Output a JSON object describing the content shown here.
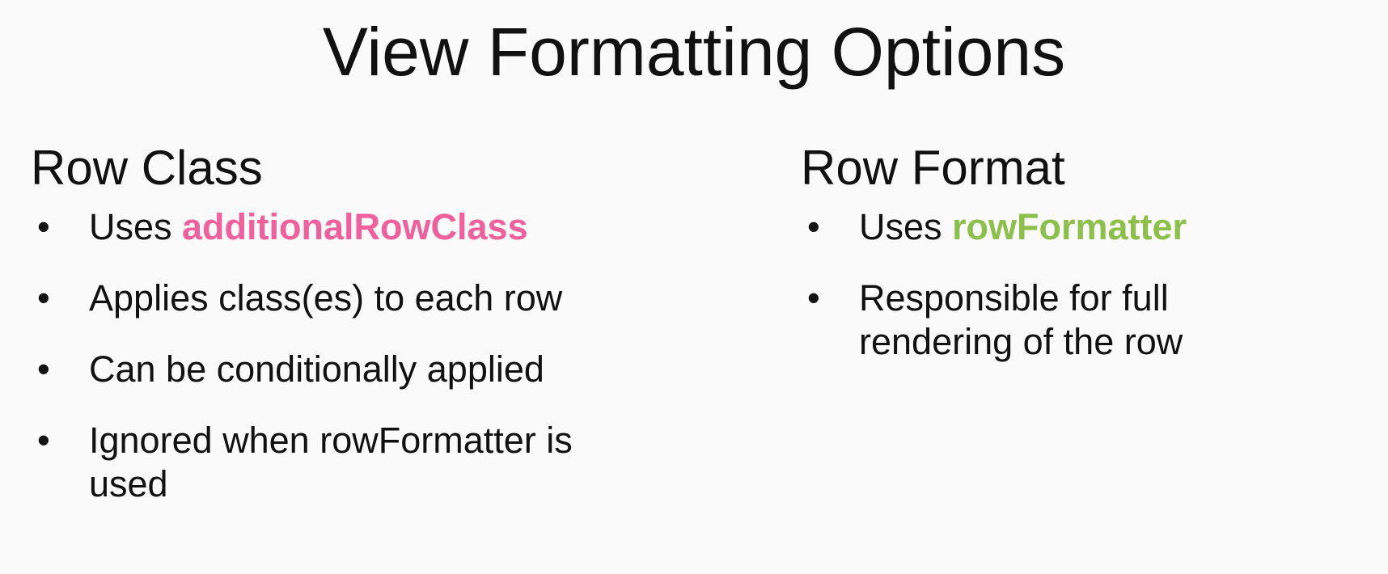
{
  "slide": {
    "title": "View Formatting Options",
    "left": {
      "heading": "Row Class",
      "bullets": [
        {
          "prefix": "Uses ",
          "keyword": "additionalRowClass",
          "text": ""
        },
        {
          "prefix": "",
          "keyword": "",
          "text": "Applies class(es) to each row"
        },
        {
          "prefix": "",
          "keyword": "",
          "text": "Can be conditionally applied"
        },
        {
          "prefix": "",
          "keyword": "",
          "text": "Ignored when rowFormatter is used"
        }
      ]
    },
    "right": {
      "heading": "Row Format",
      "bullets": [
        {
          "prefix": "Uses ",
          "keyword": "rowFormatter",
          "text": ""
        },
        {
          "prefix": "",
          "keyword": "",
          "text": "Responsible for full rendering of the row"
        }
      ]
    },
    "bullet_glyph": "•",
    "colors": {
      "background": "#fafafa",
      "text": "#111111",
      "keyword_left": "#f0609a",
      "keyword_right": "#8dc04a"
    }
  }
}
